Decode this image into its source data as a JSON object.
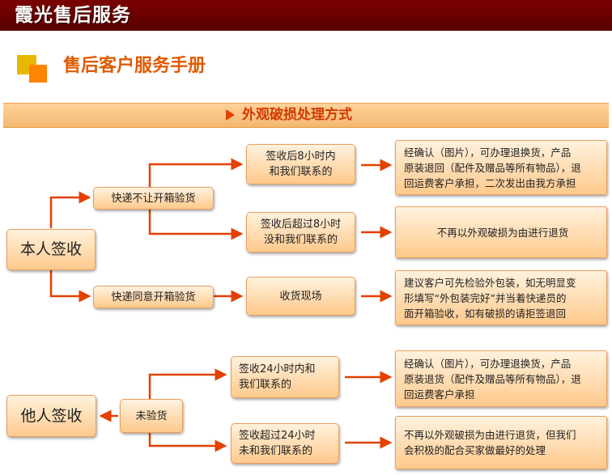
{
  "header": {
    "brand": "霞光售后服务"
  },
  "manual": {
    "title": "售后客户服务手册"
  },
  "section": {
    "title": "外观破损处理方式"
  },
  "colors": {
    "header": "#6e0000",
    "accent": "#e05a00",
    "arrow": "#e34000",
    "node_fill": "#ffd5a0"
  },
  "flow1": {
    "root": "本人签收",
    "branch_no_inspect": "快递不让开箱验货",
    "branch_inspect": "快递同意开箱验货",
    "within_8h": "签收后8小时内\n和我们联系的",
    "over_8h": "签收后超过8小时\n没和我们联系的",
    "on_site": "收货现场",
    "result_return": "经确认（图片），可办理退换货，产品\n原装退回（配件及赠品等所有物品），退\n回运费客户承担，二次发出由我方承担",
    "result_no_return": "不再以外观破损为由进行退货",
    "result_inspect": "建议客户可先检验外包装，如无明显变\n形填写“外包装完好”并当着快递员的\n面开箱验收，如有破损的请拒签退回"
  },
  "flow2": {
    "root": "他人签收",
    "not_inspected": "未验货",
    "within_24h": "签收24小时内和\n我们联系的",
    "over_24h": "签收超过24小时\n未和我们联系的",
    "result_return": "经确认（图片），可办理退换货，产品\n原装退货（配件及赠品等所有物品），退\n回运费客户承担",
    "result_no_return": "不再以外观破损为由进行退货，但我们\n会积极的配合买家做最好的处理"
  }
}
